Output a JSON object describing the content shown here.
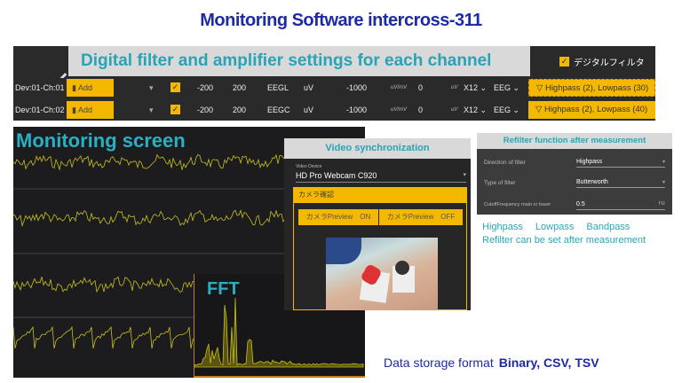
{
  "title": "Monitoring Software intercross-311",
  "settings": {
    "callout": "Digital filter and amplifier settings for each channel",
    "digital_filter_label": "デジタルフィルタ",
    "rows": [
      {
        "channel": "Dev:01-Ch:01",
        "add": "Add",
        "min": "-200",
        "max": "200",
        "label": "EEGL",
        "unit": "uV",
        "sens": "-1000",
        "sens_unit": "uV/mV",
        "offset": "0",
        "offset_unit": "uV",
        "gain": "X12",
        "type": "EEG",
        "filter": "Highpass (2), Lowpass (30)"
      },
      {
        "channel": "Dev:01-Ch:02",
        "add": "Add",
        "min": "-200",
        "max": "200",
        "label": "EEGC",
        "unit": "uV",
        "sens": "-1000",
        "sens_unit": "uV/mV",
        "offset": "0",
        "offset_unit": "uV",
        "gain": "X12",
        "type": "EEG",
        "filter": "Highpass (2), Lowpass (40)"
      }
    ]
  },
  "monitor": {
    "title": "Monitoring screen",
    "fft_title": "FFT"
  },
  "video": {
    "callout": "Video synchronization",
    "device_label": "Video Device",
    "device": "HD Pro Webcam C920",
    "camera_header": "カメラ確認",
    "preview_on": "カメラPreview　ON",
    "preview_off": "カメラPreview　OFF"
  },
  "refilter": {
    "header": "Refilter function after measurement",
    "direction_label": "Direction of filter",
    "direction": "Highpass",
    "type_label": "Type of filter",
    "type": "Butterworth",
    "cutoff_label": "CutoffFrequency main or lower",
    "cutoff": "0.5",
    "cutoff_unit": "Hz",
    "note1": "Highpass　 Lowpass　 Bandpass",
    "note2": "Refilter can be set after measurement"
  },
  "storage": {
    "label": "Data storage format",
    "formats": "Binary, CSV, TSV"
  },
  "colors": {
    "accent": "#f5b800",
    "teal": "#2aa6b8",
    "title": "#1d2aa6",
    "wave": "#c8c020"
  }
}
